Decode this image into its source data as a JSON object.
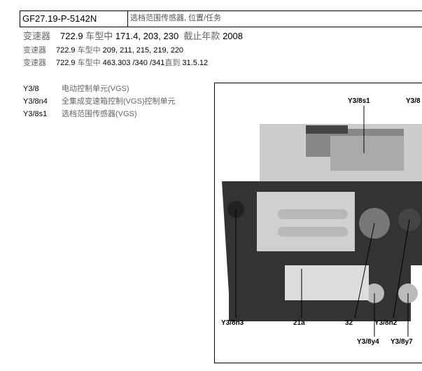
{
  "header": {
    "code": "GF27.19-P-5142N",
    "title": "选档范围传感器, 位置/任务"
  },
  "applicability": [
    {
      "label": "变速器",
      "model": "722.9",
      "text1": "车型中",
      "values": "171.4, 203, 230",
      "text2": "截止年款",
      "year": "2008"
    },
    {
      "label": "变速器",
      "model": "722.9",
      "text1": "车型中",
      "values": "209, 211, 215, 219, 220"
    },
    {
      "label": "变速器",
      "model": "722.9",
      "text1": "车型中",
      "values": "463.303 /340 /341",
      "text2": "直到",
      "year": "31.5.12"
    }
  ],
  "legend": [
    {
      "key": "Y3/8",
      "desc": "电动控制单元(VGS)"
    },
    {
      "key": "Y3/8n4",
      "desc": "全集成变速箱控制(VGS)控制单元"
    },
    {
      "key": "Y3/8s1",
      "desc": "选档范围传感器(VGS)"
    }
  ],
  "figure": {
    "callouts": [
      "Y3/8s1",
      "Y3/8",
      "Y3/8n3",
      "21a",
      "32",
      "Y3/8n2",
      "Y3/8y4",
      "Y3/8y7"
    ]
  }
}
